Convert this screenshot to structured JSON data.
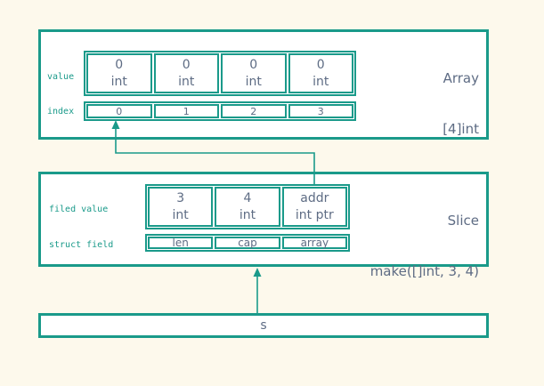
{
  "colors": {
    "teal": "#1a9a8a",
    "slate_text": "#5e6c84",
    "background": "#fdf9ec",
    "box_fill": "#ffffff"
  },
  "array_box": {
    "title_line1": "Array",
    "title_line2": "[4]int",
    "value_row_label": "value",
    "index_row_label": "index",
    "cells": [
      {
        "value": "0",
        "type": "int"
      },
      {
        "value": "0",
        "type": "int"
      },
      {
        "value": "0",
        "type": "int"
      },
      {
        "value": "0",
        "type": "int"
      }
    ],
    "indices": [
      "0",
      "1",
      "2",
      "3"
    ]
  },
  "slice_box": {
    "title_line1": "Slice",
    "title_line2": "make([]int, 3, 4)",
    "field_value_row_label": "filed value",
    "struct_field_row_label": "struct field",
    "cells": [
      {
        "value": "3",
        "type": "int"
      },
      {
        "value": "4",
        "type": "int"
      },
      {
        "value": "addr",
        "type": "int ptr"
      }
    ],
    "struct_fields": [
      "len",
      "cap",
      "array"
    ]
  },
  "s_box": {
    "label": "s"
  },
  "arrows": [
    {
      "name": "slice-addr-to-array-index-0",
      "from": "slice array field",
      "to": "array index 0"
    },
    {
      "name": "s-to-slice",
      "from": "s",
      "to": "slice"
    }
  ]
}
